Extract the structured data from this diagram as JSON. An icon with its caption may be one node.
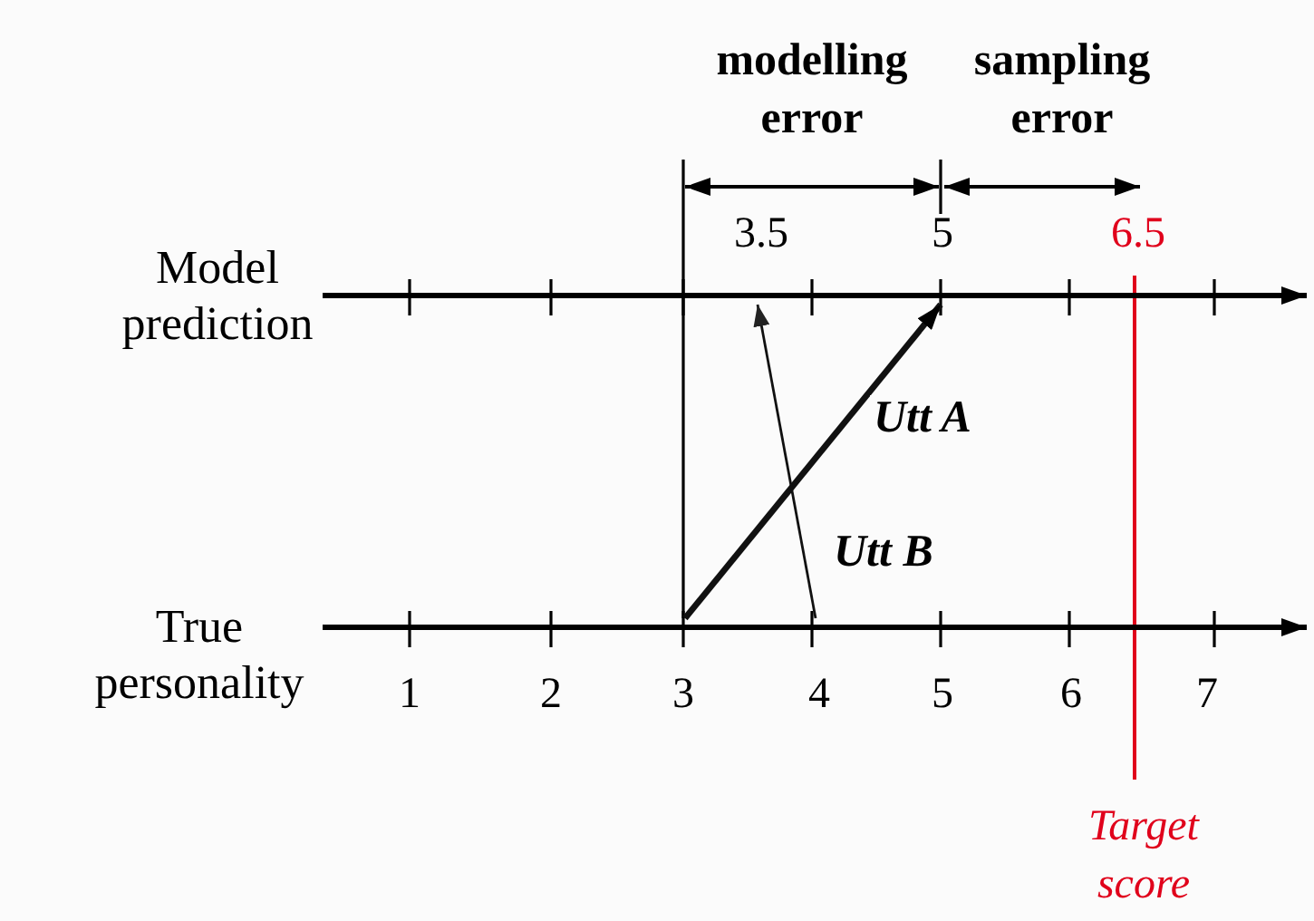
{
  "diagram": {
    "nodes": [
      {
        "text": [],
        "shape": "bar",
        "beside": [
          "Model prediction"
        ]
      },
      {
        "text": [],
        "shape": "bar",
        "beside": [
          "True personality"
        ]
      }
    ],
    "edges": [
      {
        "from": 1,
        "to": 0,
        "arrow": "to",
        "label": "Utt A",
        "style": "thick"
      },
      {
        "from": 1,
        "to": 0,
        "arrow": "to",
        "label": "Utt B"
      }
    ],
    "labels": [
      "modelling error",
      "sampling error",
      "3.5",
      "5",
      "6.5",
      "1",
      "2",
      "3",
      "4",
      "5",
      "6",
      "7",
      "Target score"
    ]
  }
}
